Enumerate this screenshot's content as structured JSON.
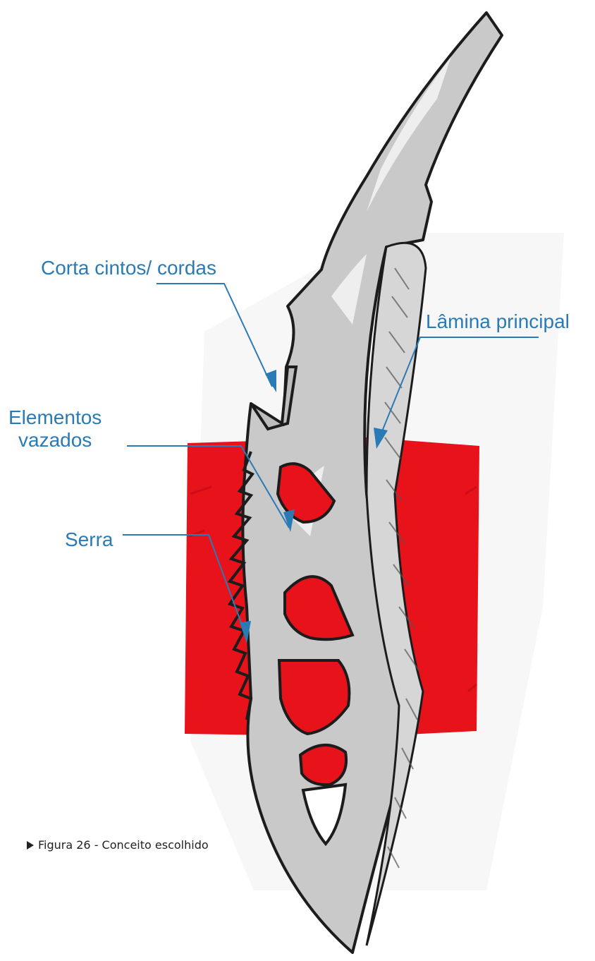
{
  "labels": {
    "corta": "Corta cintos/ cordas",
    "lamina": "Lâmina principal",
    "elementos": "Elementos\nvazados",
    "serra": "Serra"
  },
  "caption": "Figura 26 - Conceito escolhido",
  "colors": {
    "label": "#2a7bb5",
    "accent_red": "#e8121a",
    "blade_gray": "#c8c8c8",
    "ink": "#1c1c1c"
  }
}
